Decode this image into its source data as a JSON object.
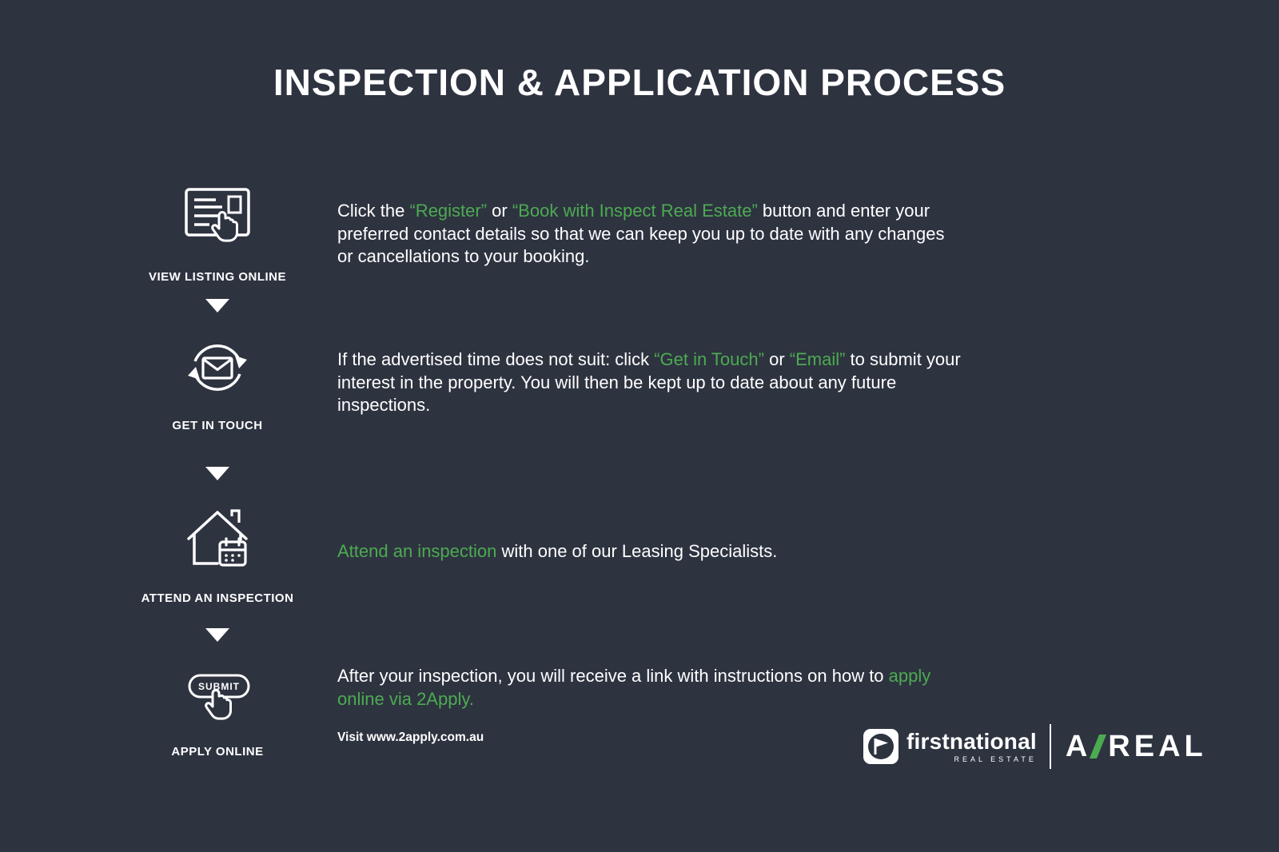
{
  "page": {
    "title": "INSPECTION & APPLICATION PROCESS",
    "colors": {
      "background": "#2e3340",
      "accent_green": "#4cab51",
      "text": "#ffffff"
    }
  },
  "steps": [
    {
      "id": "view-listing-online",
      "icon": "listing-page-cursor-icon",
      "label": "VIEW LISTING ONLINE",
      "segments": [
        {
          "text": "Click the "
        },
        {
          "text": "“Register”",
          "green": true
        },
        {
          "text": " or "
        },
        {
          "text": "“Book with Inspect Real Estate”",
          "green": true
        },
        {
          "text": " button and enter your preferred contact details so that we can keep you up to date with any changes or cancellations to your booking."
        }
      ]
    },
    {
      "id": "get-in-touch",
      "icon": "email-sync-icon",
      "label": "GET IN TOUCH",
      "segments": [
        {
          "text": "If the advertised time does not suit: click "
        },
        {
          "text": "“Get in Touch”",
          "green": true
        },
        {
          "text": " or "
        },
        {
          "text": "“Email”",
          "green": true
        },
        {
          "text": " to submit your interest in the property. You will then be kept up to date about any future inspections."
        }
      ]
    },
    {
      "id": "attend-an-inspection",
      "icon": "house-calendar-icon",
      "label": "ATTEND AN INSPECTION",
      "segments": [
        {
          "text": "Attend an inspection",
          "green": true
        },
        {
          "text": " with one of our Leasing Specialists."
        }
      ]
    },
    {
      "id": "apply-online",
      "icon": "submit-button-cursor-icon",
      "icon_label": "SUBMIT",
      "label": "APPLY ONLINE",
      "segments": [
        {
          "text": "After your inspection, you will receive a link with instructions on how to "
        },
        {
          "text": "apply online via 2Apply.",
          "green": true
        }
      ]
    }
  ],
  "footer": {
    "visit_text": "Visit www.2apply.com.au",
    "first_national": {
      "name": "firstnational",
      "tagline": "REAL ESTATE"
    },
    "areal": {
      "prefix": "A",
      "suffix": "REAL"
    }
  }
}
